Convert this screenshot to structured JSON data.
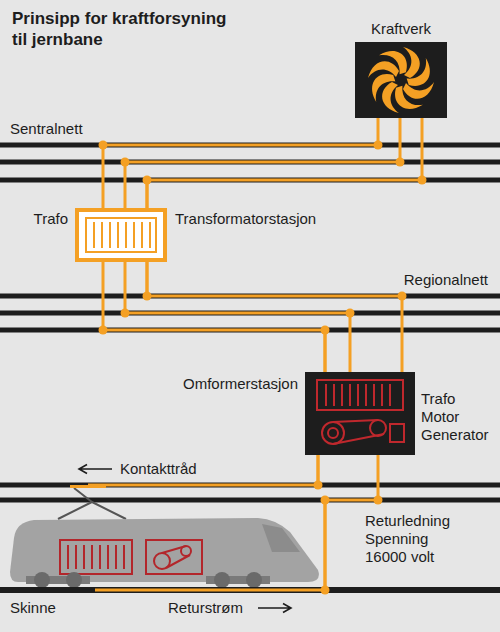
{
  "diagram": {
    "title": "Prinsipp for kraftforsyning til jernbane",
    "nodes": [
      {
        "text": [
          "Kraftverk"
        ]
      },
      {
        "text": [
          "Sentralnett"
        ]
      },
      {
        "text": [
          "Trafo",
          "Transformatorstasjon"
        ]
      },
      {
        "text": [
          "Regionalnett"
        ]
      },
      {
        "text": [
          "Omformerstasjon",
          "Trafo Motor Generator"
        ]
      },
      {
        "text": [
          "Kontakttråd"
        ]
      },
      {
        "text": [
          "Skinne"
        ]
      }
    ],
    "edges": [
      {
        "from": 0,
        "to": 1,
        "arrow": "none"
      },
      {
        "from": 1,
        "to": 2,
        "arrow": "none"
      },
      {
        "from": 2,
        "to": 3,
        "arrow": "none"
      },
      {
        "from": 3,
        "to": 4,
        "arrow": "none"
      },
      {
        "from": 4,
        "to": 5,
        "arrow": "none"
      },
      {
        "from": 5,
        "to": 6,
        "arrow": "none"
      }
    ],
    "labels": [
      "Returledning Spenning 16000 volt",
      "Returstrøm"
    ]
  }
}
